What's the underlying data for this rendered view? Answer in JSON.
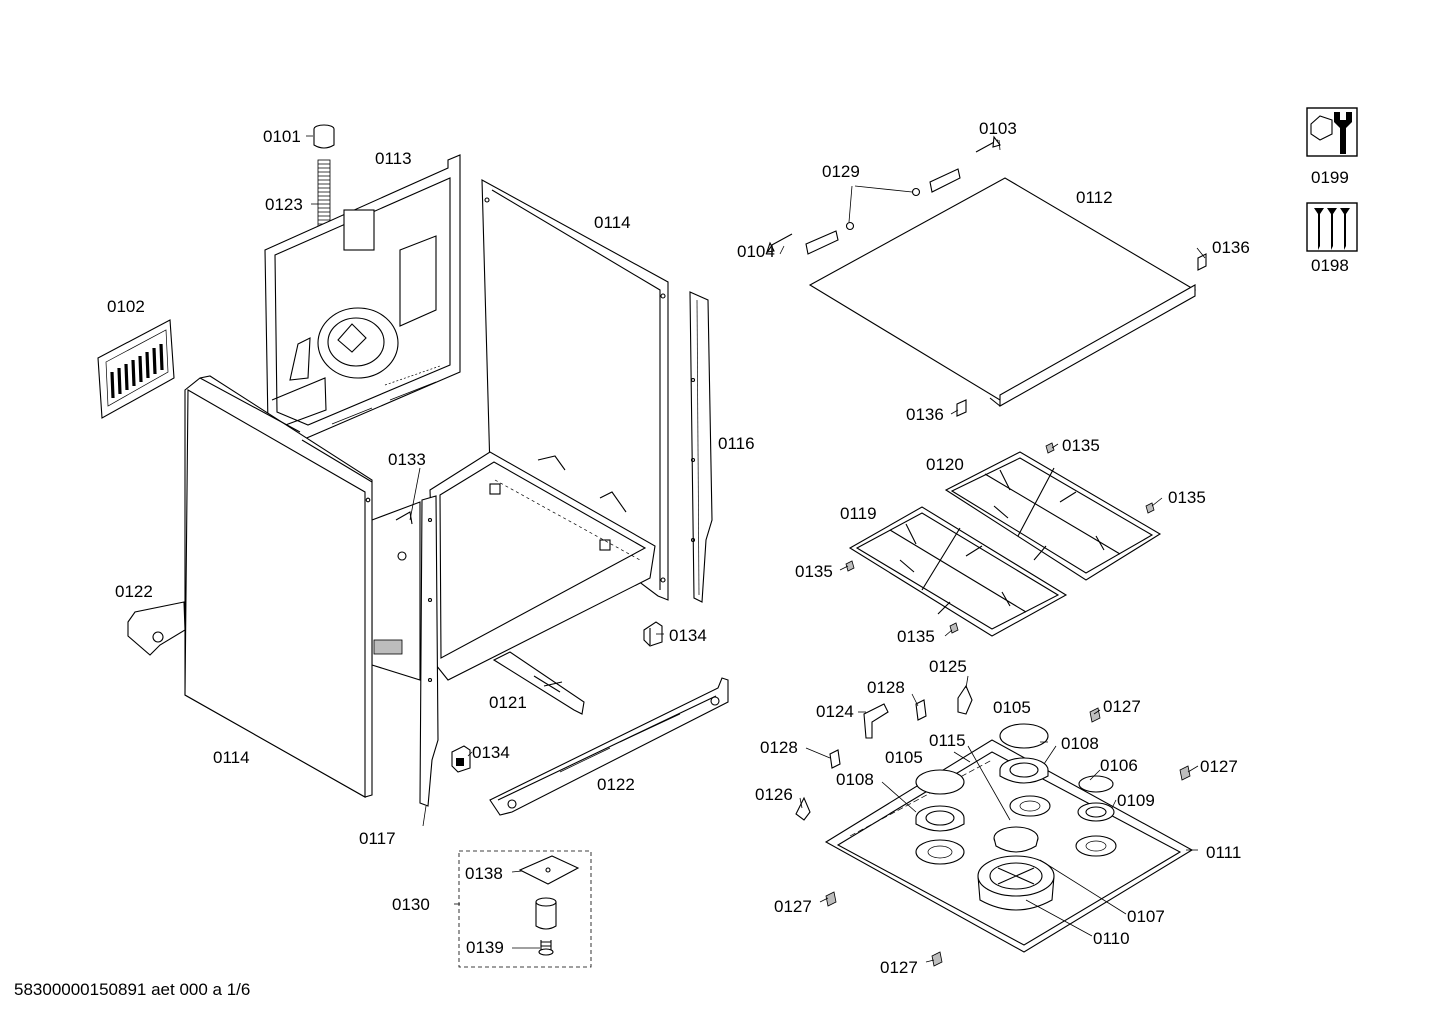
{
  "footer": "58300000150891 aet 000 a 1/6",
  "part_labels": {
    "p0101": "0101",
    "p0102": "0102",
    "p0103": "0103",
    "p0104": "0104",
    "p0105a": "0105",
    "p0105b": "0105",
    "p0106": "0106",
    "p0107": "0107",
    "p0108a": "0108",
    "p0108b": "0108",
    "p0109": "0109",
    "p0110": "0110",
    "p0111": "0111",
    "p0112": "0112",
    "p0113": "0113",
    "p0114a": "0114",
    "p0114b": "0114",
    "p0115": "0115",
    "p0116": "0116",
    "p0117": "0117",
    "p0119": "0119",
    "p0120": "0120",
    "p0121": "0121",
    "p0122a": "0122",
    "p0122b": "0122",
    "p0123": "0123",
    "p0124": "0124",
    "p0125": "0125",
    "p0126": "0126",
    "p0127a": "0127",
    "p0127b": "0127",
    "p0127c": "0127",
    "p0127d": "0127",
    "p0128a": "0128",
    "p0128b": "0128",
    "p0129": "0129",
    "p0130": "0130",
    "p0133": "0133",
    "p0134a": "0134",
    "p0134b": "0134",
    "p0135a": "0135",
    "p0135b": "0135",
    "p0135c": "0135",
    "p0135d": "0135",
    "p0136a": "0136",
    "p0136b": "0136",
    "p0138": "0138",
    "p0139": "0139",
    "p0198": "0198",
    "p0199": "0199"
  },
  "icons": {
    "tool_kit": "wrench-nut-icon",
    "screw_set": "screws-icon"
  }
}
